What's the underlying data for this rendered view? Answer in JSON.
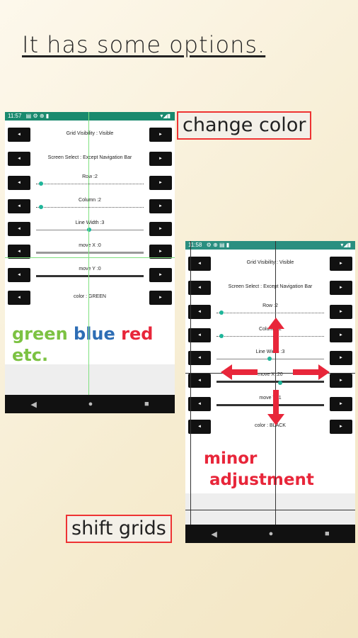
{
  "headline": "It has some options.",
  "callouts": {
    "change_color": "change color",
    "shift_grids": "shift grids"
  },
  "colors": {
    "green_grid": "#7ee07e",
    "black_grid": "#333333",
    "accent_teal": "#1fb59a",
    "statusbar_green": "#1a8a6e",
    "statusbar_teal": "#2a8f80",
    "red": "#e8263a",
    "blue": "#2d6db5",
    "green_text": "#7cc242"
  },
  "phone1": {
    "time": "11:57",
    "button_left": "◄",
    "button_right": "►",
    "grid_visibility": "Grid Visibility : Visible",
    "screen_select": "Screen Select : Except Navigation Bar",
    "row_label": "Row :2",
    "column_label": "Column :2",
    "line_width_label": "Line Width :3",
    "move_x_label": "move X :0",
    "move_y_label": "move Y :0",
    "color_label": "color : GREEN",
    "color_words": {
      "green": "green",
      "blue": "blue",
      "red": "red",
      "etc": "etc."
    },
    "nav": [
      "◀",
      "●",
      "■"
    ]
  },
  "phone2": {
    "time": "11:58",
    "button_left": "◄",
    "button_right": "►",
    "grid_visibility": "Grid Visibility : Visible",
    "screen_select": "Screen Select : Except Navigation Bar",
    "row_label": "Row :2",
    "column_label": "Column :2",
    "line_width_label": "Line Width :3",
    "move_x_label": "move X :20",
    "move_y_label": "move Y :1",
    "color_label": "color : BLACK",
    "minor_line1": "minor",
    "minor_line2": "adjustment",
    "nav": [
      "◀",
      "●",
      "■"
    ]
  }
}
